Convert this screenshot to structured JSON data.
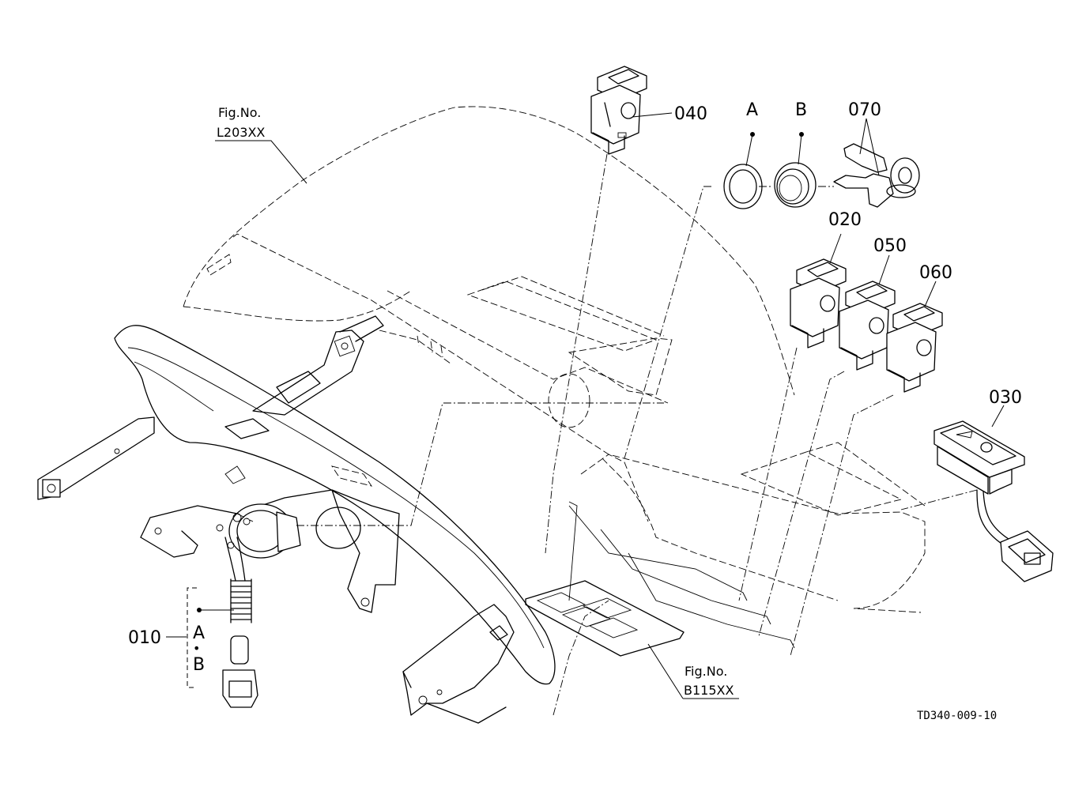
{
  "labels": {
    "p010": "010",
    "p020": "020",
    "p030": "030",
    "p040": "040",
    "p050": "050",
    "p060": "060",
    "p070": "070",
    "A": "A",
    "B": "B",
    "ab_a": "A",
    "ab_dot": "•",
    "ab_b": "B"
  },
  "figure_refs": {
    "upper": {
      "line1": "Fig.No.",
      "line2": "L203XX"
    },
    "lower": {
      "line1": "Fig.No.",
      "line2": "B115XX"
    }
  },
  "drawing_code": "TD340-009-10"
}
